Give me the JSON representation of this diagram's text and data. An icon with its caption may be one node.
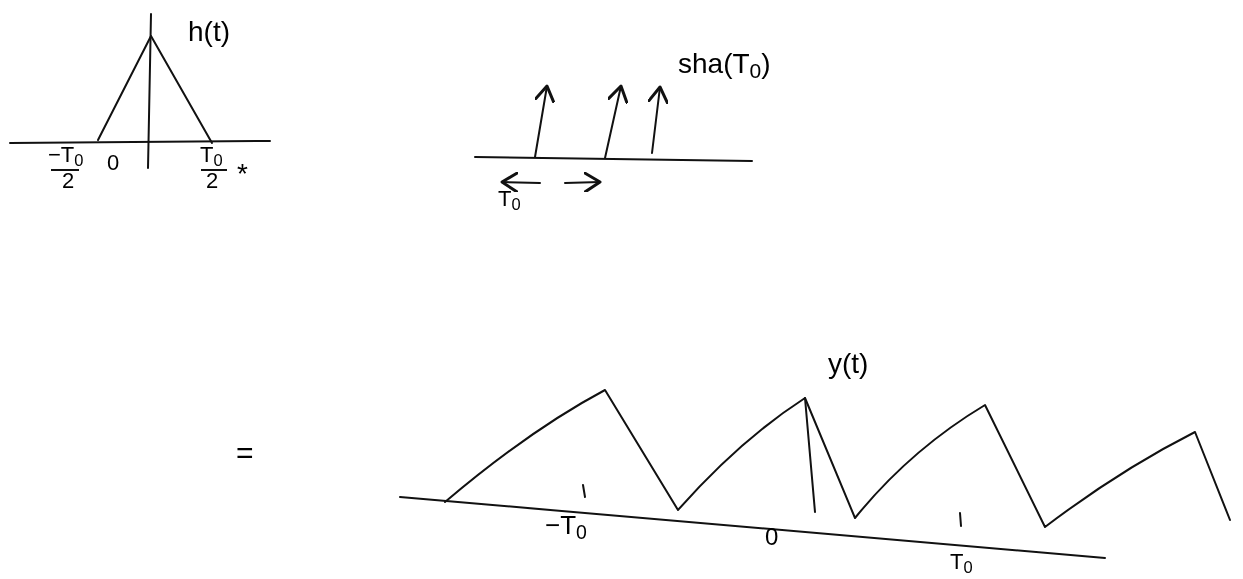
{
  "diagram": {
    "labels": [
      "h(t)",
      "−T$_{0}$",
      "2",
      "0",
      "T$_{0}$",
      "2",
      "*",
      "sha(T$_{0}$)",
      "T$_{0}$",
      "=",
      "y(t)",
      "−T$_{0}$",
      "0",
      "T$_{0}$"
    ]
  }
}
